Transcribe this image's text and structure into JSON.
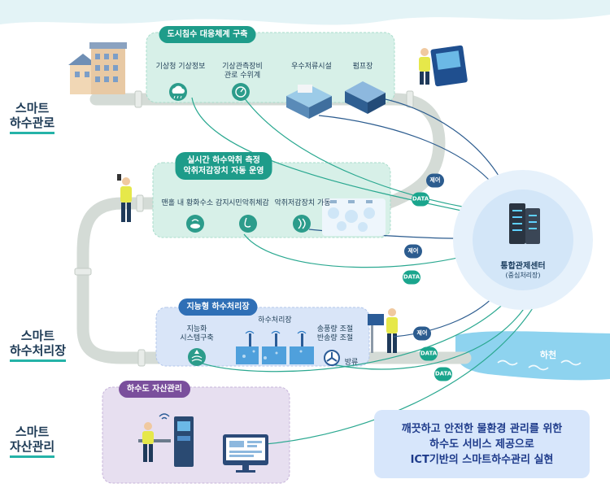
{
  "sections": {
    "pipeline": [
      "스마트",
      "하수관로"
    ],
    "plant": [
      "스마트",
      "하수처리장"
    ],
    "asset": [
      "스마트",
      "자산관리"
    ]
  },
  "panels": {
    "flood": {
      "title": "도시침수 대응체계 구축",
      "items": [
        {
          "lines": [
            "기상청 기상정보"
          ],
          "icon": "cloud-rain-icon"
        },
        {
          "lines": [
            "기상관측장비",
            "관로 수위계"
          ],
          "icon": "water-gauge-icon"
        },
        {
          "lines": [
            "우수저류시설"
          ],
          "icon": "storage-facility-icon"
        },
        {
          "lines": [
            "펌프장"
          ],
          "icon": "pump-station-icon"
        }
      ]
    },
    "odor": {
      "title": [
        "실시간 하수악취 측정",
        "악취저감장치 자동 운영"
      ],
      "items": [
        {
          "lines": [
            "맨홀 내 황화수소 감지"
          ],
          "icon": "manhole-sensor-icon"
        },
        {
          "lines": [
            "시민악취체감"
          ],
          "icon": "nose-icon"
        },
        {
          "lines": [
            "악취저감장치 가동"
          ],
          "icon": "odor-reducer-icon"
        }
      ]
    },
    "plant": {
      "title": "지능형 하수처리장",
      "items": [
        {
          "lines": [
            "지능화",
            "시스템구축"
          ],
          "icon": "water-system-icon"
        },
        {
          "lines": [
            "하수처리장"
          ],
          "icon": "treatment-tank-icon"
        },
        {
          "lines": [
            "송풍량 조절",
            "반송량 조절"
          ],
          "icon": "blower-icon"
        }
      ],
      "discharge": "방류"
    },
    "asset": {
      "title": "하수도 자산관리"
    }
  },
  "center": {
    "title": "통합관제센터",
    "subtitle": "(중심처리장)"
  },
  "badges": {
    "data": "DATA",
    "control": "제어"
  },
  "river": "하천",
  "slogan": [
    "깨끗하고 안전한 물환경 관리를 위한",
    "하수도 서비스 제공으로",
    "ICT기반의 스마트하수관리 실현"
  ],
  "colors": {
    "pipe": "#d4dbd6",
    "panel_teal": "#d7f0e8",
    "panel_blue": "#d9e5f8",
    "panel_purple": "#e7dff0",
    "pill_teal": "#1e9c8a",
    "pill_blue": "#2f6fb6",
    "pill_purple": "#7a4f9c",
    "data_badge": "#1aa58d",
    "control_badge": "#2c5c8f",
    "river": "#8ed3ef"
  }
}
